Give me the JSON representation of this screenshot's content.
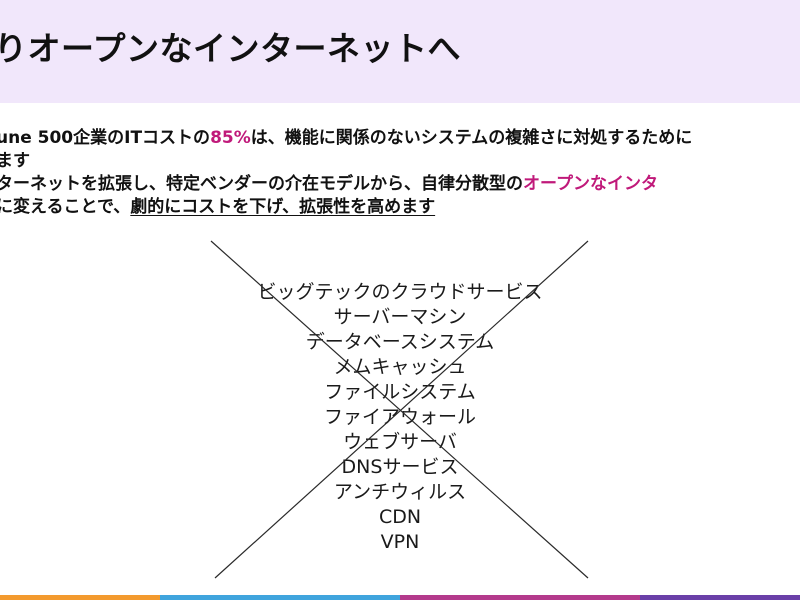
{
  "slide": {
    "title": "りオープンなインターネットへ",
    "paragraph": {
      "line1": {
        "before": "une 500企業のITコストの",
        "highlight": "85%",
        "after": "は、機能に関係のないシステムの複雑さに対処するために"
      },
      "line2": "ます",
      "line3": {
        "before": "ターネットを拡張し、特定ベンダーの介在モデルから、自律分散型の",
        "highlight": "オープンなインタ"
      },
      "line4": {
        "before": "に変えることで、",
        "underlined": "劇的にコストを下げ、拡張性を高めます"
      }
    },
    "crossed_items": [
      "ビッグテックのクラウドサービス",
      "サーバーマシン",
      "データベースシステム",
      "メムキャッシュ",
      "ファイルシステム",
      "ファイアウォール",
      "ウェブサーバ",
      "DNSサービス",
      "アンチウィルス",
      "CDN",
      "VPN"
    ],
    "colors": {
      "title_band": "#f1e7fb",
      "accent": "#c0197a",
      "bottom_bar": [
        "#f39a2e",
        "#3fa4dd",
        "#b43a8c",
        "#6a3fa8"
      ]
    }
  }
}
